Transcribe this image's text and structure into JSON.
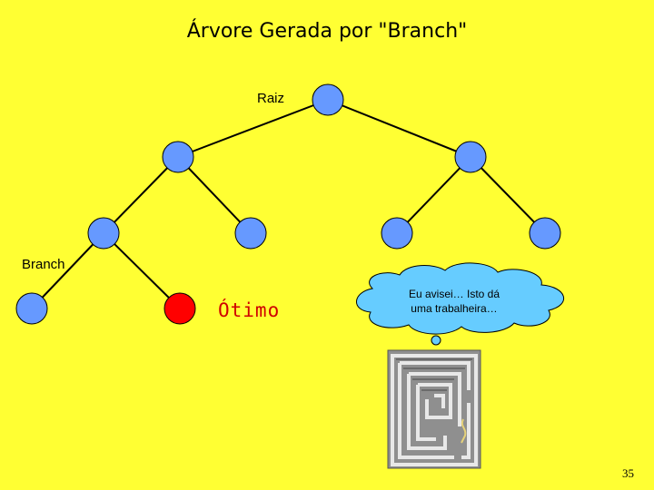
{
  "slide": {
    "title": "Árvore Gerada por \"Branch\"",
    "labels": {
      "root": "Raiz",
      "branch": "Branch",
      "optimal": "Ótimo"
    },
    "bubble_text": "Eu avisei… Isto dá uma trabalheira…",
    "page_number": "35"
  },
  "colors": {
    "background": "#ffff33",
    "node_fill": "#6699ff",
    "optimal_node_fill": "#ff0000",
    "bubble_fill": "#66ccff",
    "optimal_text": "#d00000"
  },
  "icons": {
    "maze": "maze-picture"
  }
}
